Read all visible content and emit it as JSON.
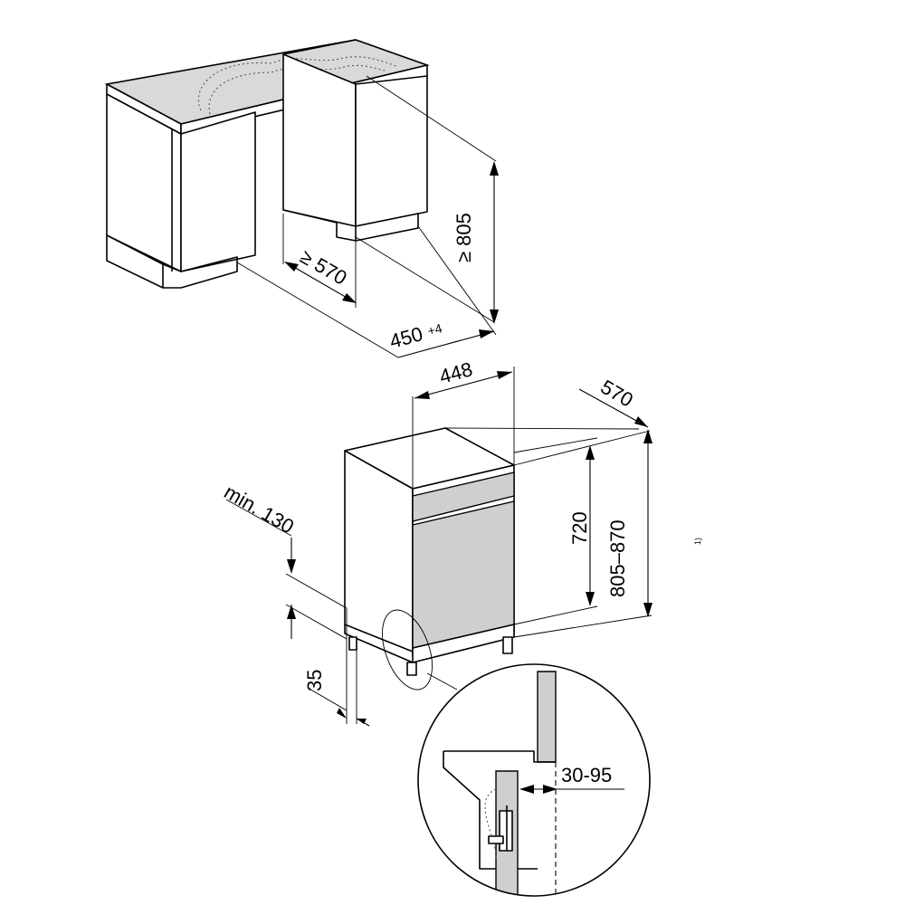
{
  "niche": {
    "height_label": "≥ 805",
    "depth_label": "≥ 570",
    "width_label": "450",
    "width_tolerance": "+4"
  },
  "appliance": {
    "width_label": "448",
    "depth_label": "570",
    "height_label": "720",
    "total_height_label": "805–870",
    "total_height_footnote": "1)",
    "plinth_depth_label": "min. 130",
    "plinth_height_label": "35",
    "adjustment_label": "30-95"
  }
}
